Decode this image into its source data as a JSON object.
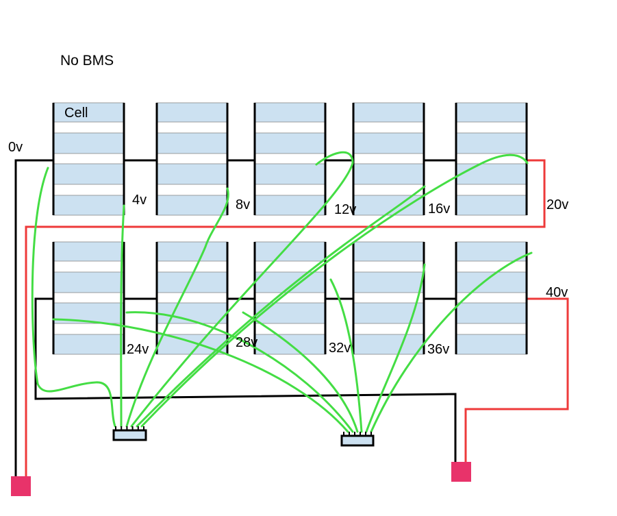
{
  "title": "No BMS",
  "cell_label": "Cell",
  "voltage_labels": {
    "v0": "0v",
    "v4": "4v",
    "v8": "8v",
    "v12": "12v",
    "v16": "16v",
    "v20": "20v",
    "v24": "24v",
    "v28": "28v",
    "v32": "32v",
    "v36": "36v",
    "v40": "40v"
  },
  "colors": {
    "cell_fill": "#cce1f1",
    "cell_stroke": "#000000",
    "bus_wire": "#000000",
    "positive_wire": "#ee3a3a",
    "balance_wire": "#44dd44",
    "terminal": "#e8336a",
    "connector_fill": "#cce1f1"
  },
  "rows": [
    {
      "name": "top-row",
      "cells": 5
    },
    {
      "name": "bottom-row",
      "cells": 5
    }
  ],
  "connectors": [
    {
      "name": "balance-connector-left",
      "pins": 5
    },
    {
      "name": "balance-connector-right",
      "pins": 5
    }
  ],
  "terminals": [
    {
      "name": "negative-terminal"
    },
    {
      "name": "positive-terminal"
    }
  ]
}
